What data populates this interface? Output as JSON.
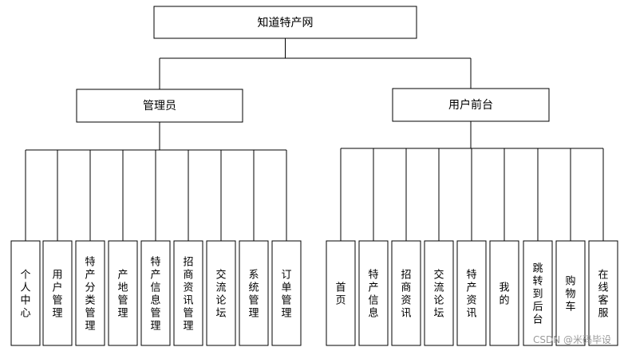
{
  "root": {
    "label": "知道特产网"
  },
  "groups": [
    {
      "id": "admin",
      "label": "管理员",
      "children": [
        "个人中心",
        "用户管理",
        "特产分类管理",
        "产地管理",
        "特产信息管理",
        "招商资讯管理",
        "交流论坛",
        "系统管理",
        "订单管理"
      ]
    },
    {
      "id": "user",
      "label": "用户前台",
      "children": [
        "首页",
        "特产信息",
        "招商资讯",
        "交流论坛",
        "特产资讯",
        "我的",
        "跳转到后台",
        "购物车",
        "在线客服"
      ]
    }
  ],
  "watermark": "CSDN @米码毕设"
}
